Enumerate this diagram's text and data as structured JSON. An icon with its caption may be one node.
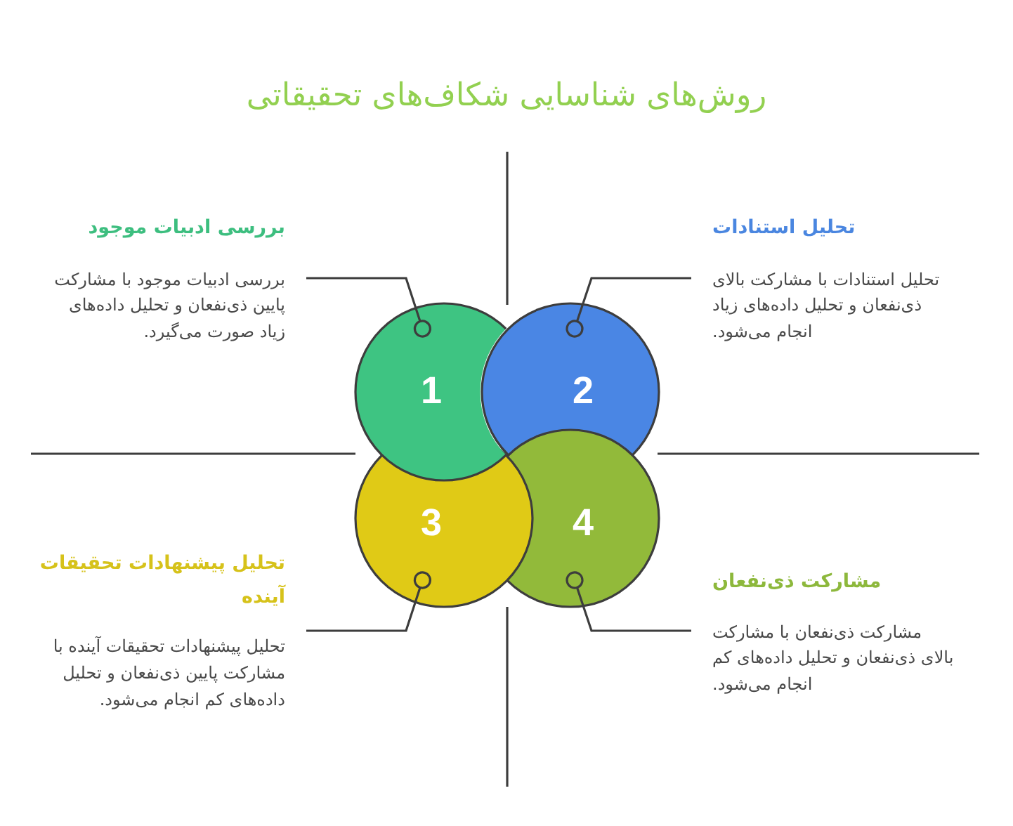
{
  "diagram": {
    "title": "روش‌های شناسایی شکاف‌های تحقیقاتی",
    "nodes": [
      {
        "text": [
          "1"
        ]
      },
      {
        "text": [
          "2"
        ]
      },
      {
        "text": [
          "3"
        ]
      },
      {
        "text": [
          "4"
        ]
      },
      {
        "text": [
          "بررسی ادبیات موجود",
          "بررسی ادبیات موجود با مشارکت پایین ذی‌نفعان و تحلیل داده‌های زیاد صورت می‌گیرد."
        ]
      },
      {
        "text": [
          "تحلیل استنادات",
          "تحلیل استنادات با مشارکت بالای ذی‌نفعان و تحلیل داده‌های زیاد انجام می‌شود."
        ]
      },
      {
        "text": [
          "تحلیل پیشنهادات تحقیقات آینده",
          "تحلیل پیشنهادات تحقیقات آینده با مشارکت پایین ذی‌نفعان و تحلیل داده‌های کم انجام می‌شود."
        ]
      },
      {
        "text": [
          "مشارکت ذی‌نفعان",
          "مشارکت ذی‌نفعان با مشارکت بالای ذی‌نفعان و تحلیل داده‌های کم انجام می‌شود."
        ]
      }
    ],
    "edges": [
      {
        "from": 4,
        "to": 0,
        "arrow": "other"
      },
      {
        "from": 5,
        "to": 1,
        "arrow": "other"
      },
      {
        "from": 6,
        "to": 2,
        "arrow": "other"
      },
      {
        "from": 7,
        "to": 3,
        "arrow": "other"
      }
    ]
  }
}
